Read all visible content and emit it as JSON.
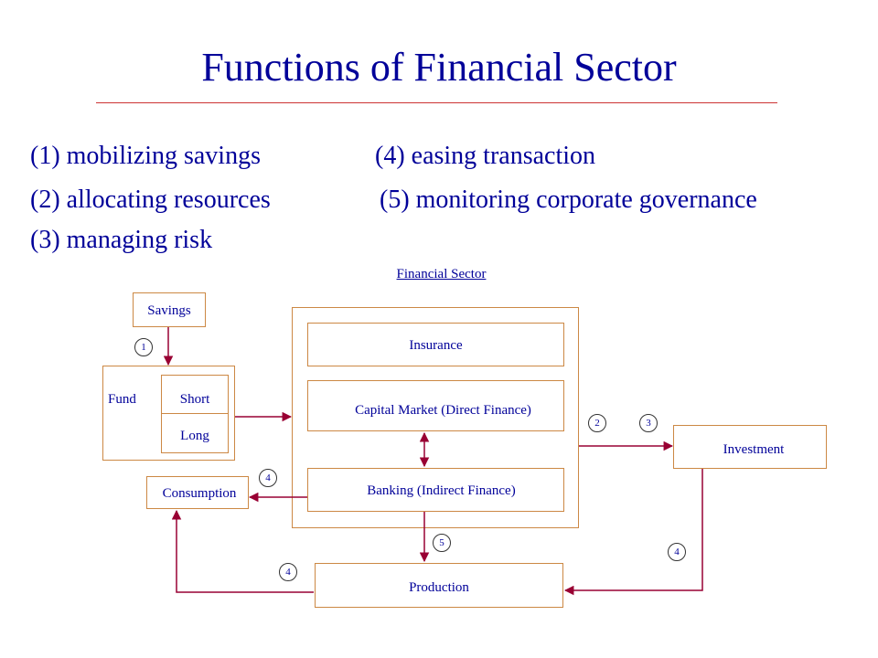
{
  "title": "Functions of Financial Sector",
  "functions": [
    "(1) mobilizing savings",
    "(4) easing transaction",
    "(2) allocating resources",
    "(5) monitoring corporate governance",
    "(3) managing risk"
  ],
  "diagram": {
    "financial_sector_label": "Financial Sector",
    "savings": "Savings",
    "fund": "Fund",
    "short": "Short",
    "long": "Long",
    "insurance": "Insurance",
    "capital_market": "Capital Market (Direct Finance)",
    "banking": "Banking (Indirect Finance)",
    "consumption": "Consumption",
    "investment": "Investment",
    "production": "Production",
    "badges": {
      "savings_to_fund": "1",
      "allocating": "2",
      "risk": "3",
      "banking_to_consumption": "4",
      "monitoring": "5",
      "consumption_to_production": "4",
      "investment_to_production": "4"
    },
    "colors": {
      "text": "#000099",
      "box_border": "#cc8844",
      "arrow": "#990033"
    }
  }
}
